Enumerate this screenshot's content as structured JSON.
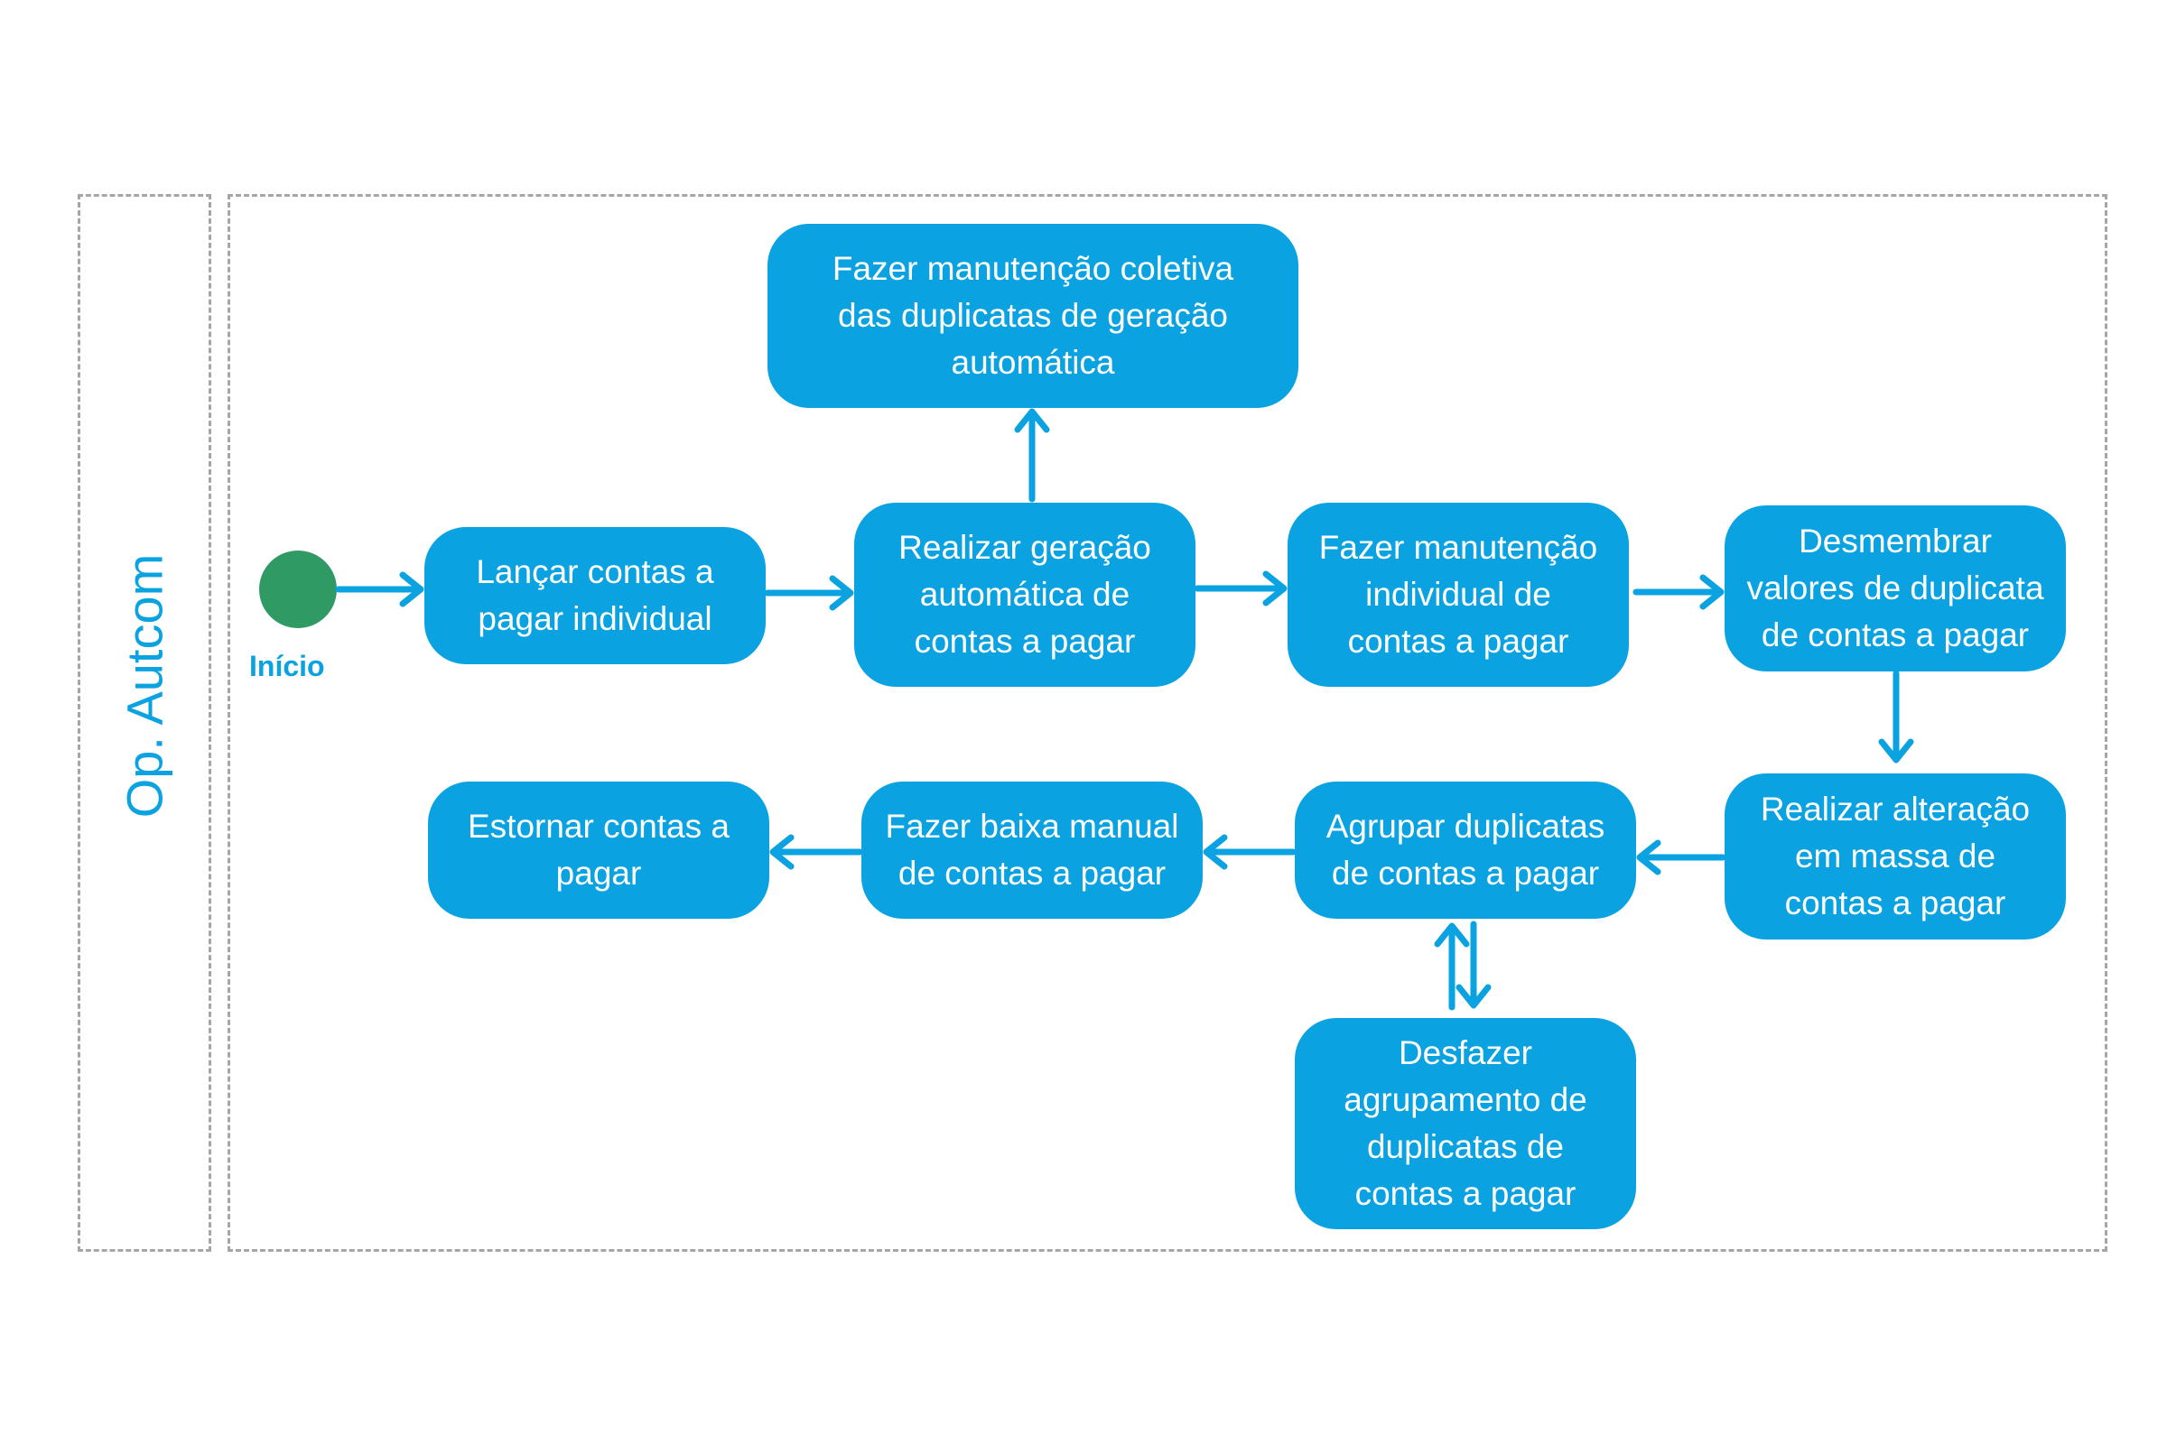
{
  "lane": {
    "title": "Op. Autcom"
  },
  "start": {
    "label": "Início"
  },
  "nodes": {
    "lancar": "Lançar contas a\npagar individual",
    "geracao": "Realizar geração\nautomática de\ncontas a pagar",
    "coletiva": "Fazer manutenção coletiva\ndas duplicatas de geração\nautomática",
    "individual": "Fazer manutenção\nindividual de\ncontas a pagar",
    "desmembrar": "Desmembrar\nvalores de duplicata\nde contas a pagar",
    "massa": "Realizar alteração\nem massa de\ncontas a pagar",
    "agrupar": "Agrupar duplicatas\nde contas a pagar",
    "desfazer": "Desfazer\nagrupamento de\nduplicatas de\ncontas a pagar",
    "baixa": "Fazer baixa manual\nde contas a pagar",
    "estornar": "Estornar contas a\npagar"
  },
  "colors": {
    "node": "#0aa2e0",
    "start": "#2f9a64",
    "border": "#a6a6a6"
  }
}
